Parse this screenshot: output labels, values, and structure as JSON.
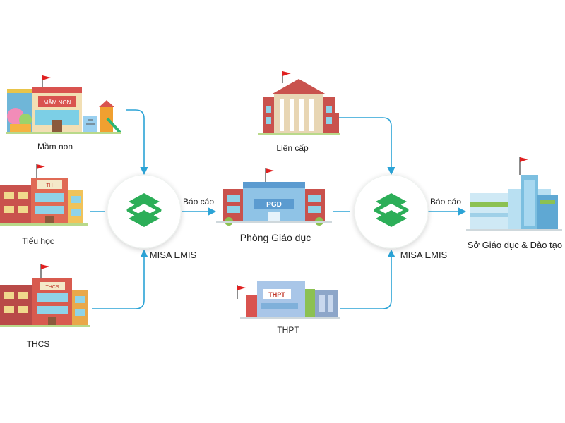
{
  "nodes": {
    "mam_non": {
      "label": "Mầm non",
      "sign": "MẦM NON"
    },
    "tieu_hoc": {
      "label": "Tiểu học",
      "sign": "TH"
    },
    "thcs": {
      "label": "THCS",
      "sign": "THCS"
    },
    "emis_left": {
      "label": "MISA EMIS"
    },
    "phong_gd": {
      "label": "Phòng Giáo dục",
      "sign": "PGD"
    },
    "lien_cap": {
      "label": "Liên cấp"
    },
    "thpt": {
      "label": "THPT",
      "sign": "THPT"
    },
    "emis_right": {
      "label": "MISA EMIS"
    },
    "so_gd": {
      "label": "Sở Giáo dục & Đào tạo"
    }
  },
  "edges": {
    "report_left": "Báo cáo",
    "report_right": "Báo cáo"
  },
  "colors": {
    "arrow": "#2ba3d6",
    "emis_green": "#2cae58",
    "flag_red": "#e02020"
  }
}
